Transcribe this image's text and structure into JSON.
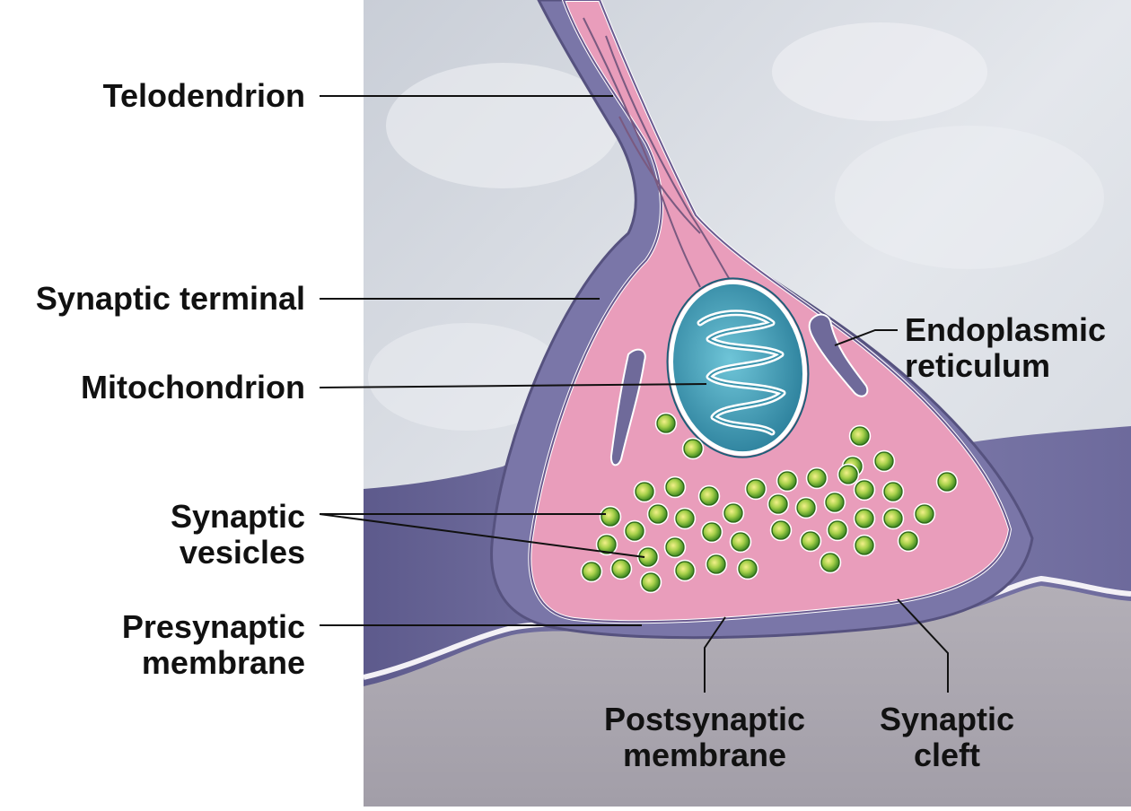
{
  "labels": {
    "telodendrion": "Telodendrion",
    "synaptic_terminal": "Synaptic terminal",
    "mitochondrion": "Mitochondrion",
    "endoplasmic_reticulum": [
      "Endoplasmic",
      "reticulum"
    ],
    "synaptic_vesicles": [
      "Synaptic",
      "vesicles"
    ],
    "presynaptic_membrane": [
      "Presynaptic",
      "membrane"
    ],
    "postsynaptic_membrane": [
      "Postsynaptic",
      "membrane"
    ],
    "synaptic_cleft": [
      "Synaptic",
      "cleft"
    ]
  },
  "colors": {
    "terminal_pink": "#e9a0bc",
    "terminal_outline": "#6a5a90",
    "background_gray": "#d6dbe3",
    "postsynaptic_purple": "#7b78a8",
    "tissue_gray": "#a8a4ad",
    "mitochondrion_teal": "#2f8ba6",
    "vesicle_green": "#6ab832"
  }
}
